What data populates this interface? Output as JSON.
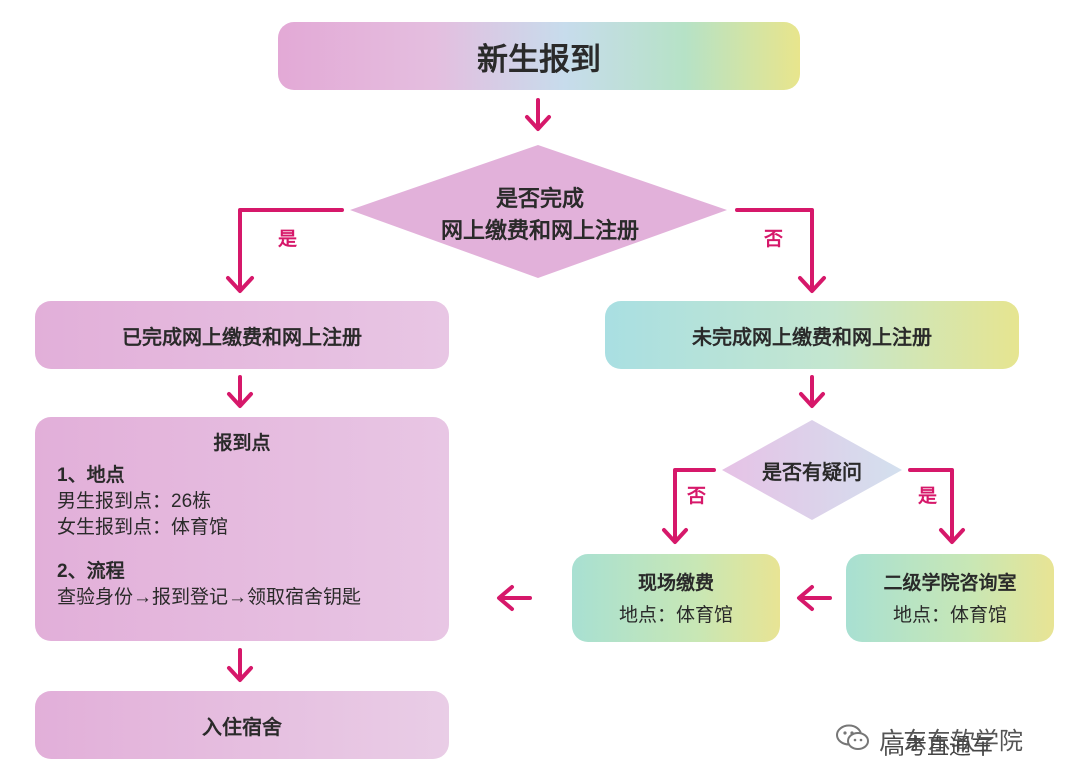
{
  "nodes": {
    "start": "新生报到",
    "decision1": {
      "line1": "是否完成",
      "line2": "网上缴费和网上注册"
    },
    "done": "已完成网上缴费和网上注册",
    "not_done": "未完成网上缴费和网上注册",
    "report_point": {
      "title": "报到点",
      "section1_title": "1、地点",
      "male": "男生报到点：26栋",
      "female": "女生报到点：体育馆",
      "section2_title": "2、流程",
      "process": "查验身份→报到登记→领取宿舍钥匙"
    },
    "decision2": "是否有疑问",
    "onsite_payment": {
      "title": "现场缴费",
      "location": "地点：体育馆"
    },
    "consultation": {
      "title": "二级学院咨询室",
      "location": "地点：体育馆"
    },
    "end": "入住宿舍"
  },
  "edge_labels": {
    "d1_yes": "是",
    "d1_no": "否",
    "d2_no": "否",
    "d2_yes": "是"
  },
  "watermark": {
    "text": "广东东软学院",
    "overlay": "高考直通车",
    "icon": "wechat-icon"
  },
  "colors": {
    "arrow": "#d6186a",
    "diamond": "#e2b1da",
    "diamond_small": "#e0d1ec"
  }
}
